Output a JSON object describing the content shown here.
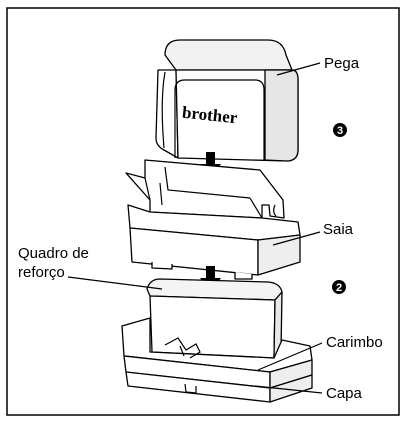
{
  "labels": {
    "handle": "Pega",
    "skirt": "Saia",
    "frame_line1": "Quadro de",
    "frame_line2": "reforço",
    "stamp": "Carimbo",
    "cap": "Capa"
  },
  "brand": "brother",
  "steps": {
    "upper": "3",
    "lower": "2"
  },
  "colors": {
    "outline": "#000000",
    "fill_light": "#ffffff",
    "shade": "#d9d9d9",
    "step_circle": "#000000"
  }
}
